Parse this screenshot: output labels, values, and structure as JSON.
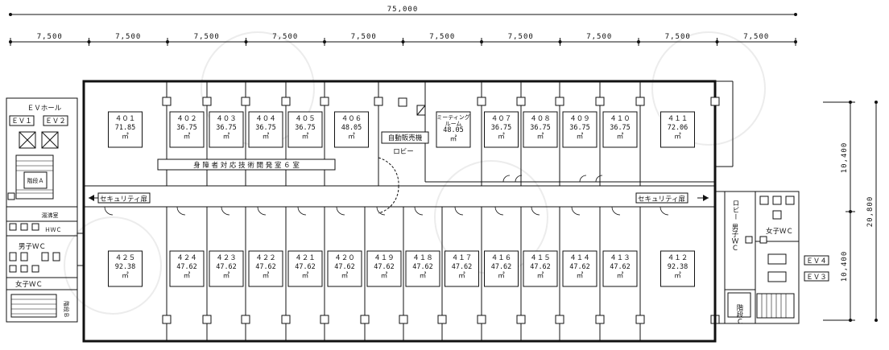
{
  "dimensions": {
    "total": "75,000",
    "spans": [
      "7,500",
      "7,500",
      "7,500",
      "7,500",
      "7,500",
      "7,500",
      "7,500",
      "7,500",
      "7,500",
      "7,500"
    ],
    "right_upper": "10,400",
    "right_lower": "10,400",
    "right_total": "20,800"
  },
  "north_rooms": [
    {
      "id": "401",
      "name": "４０１",
      "area": "71.85",
      "unit": "㎡"
    },
    {
      "id": "402",
      "name": "４０２",
      "area": "36.75",
      "unit": "㎡"
    },
    {
      "id": "403",
      "name": "４０３",
      "area": "36.75",
      "unit": "㎡"
    },
    {
      "id": "404",
      "name": "４０４",
      "area": "36.75",
      "unit": "㎡"
    },
    {
      "id": "405",
      "name": "４０５",
      "area": "36.75",
      "unit": "㎡"
    },
    {
      "id": "406",
      "name": "４０６",
      "area": "48.05",
      "unit": "㎡"
    },
    {
      "id": "meeting",
      "name": "ミーティング\nルーム",
      "area": "48.05",
      "unit": "㎡"
    },
    {
      "id": "407",
      "name": "４０７",
      "area": "36.75",
      "unit": "㎡"
    },
    {
      "id": "408",
      "name": "４０８",
      "area": "36.75",
      "unit": "㎡"
    },
    {
      "id": "409",
      "name": "４０９",
      "area": "36.75",
      "unit": "㎡"
    },
    {
      "id": "410",
      "name": "４１０",
      "area": "36.75",
      "unit": "㎡"
    },
    {
      "id": "411",
      "name": "４１１",
      "area": "72.06",
      "unit": "㎡"
    }
  ],
  "south_rooms": [
    {
      "id": "425",
      "name": "４２５",
      "area": "92.38",
      "unit": "㎡"
    },
    {
      "id": "424",
      "name": "４２４",
      "area": "47.62",
      "unit": "㎡"
    },
    {
      "id": "423",
      "name": "４２３",
      "area": "47.62",
      "unit": "㎡"
    },
    {
      "id": "422",
      "name": "４２２",
      "area": "47.62",
      "unit": "㎡"
    },
    {
      "id": "421",
      "name": "４２１",
      "area": "47.62",
      "unit": "㎡"
    },
    {
      "id": "420",
      "name": "４２０",
      "area": "47.62",
      "unit": "㎡"
    },
    {
      "id": "419",
      "name": "４１９",
      "area": "47.62",
      "unit": "㎡"
    },
    {
      "id": "418",
      "name": "４１８",
      "area": "47.62",
      "unit": "㎡"
    },
    {
      "id": "417",
      "name": "４１７",
      "area": "47.62",
      "unit": "㎡"
    },
    {
      "id": "416",
      "name": "４１６",
      "area": "47.62",
      "unit": "㎡"
    },
    {
      "id": "415",
      "name": "４１５",
      "area": "47.62",
      "unit": "㎡"
    },
    {
      "id": "414",
      "name": "４１４",
      "area": "47.62",
      "unit": "㎡"
    },
    {
      "id": "413",
      "name": "４１３",
      "area": "47.62",
      "unit": "㎡"
    },
    {
      "id": "412",
      "name": "４１２",
      "area": "92.38",
      "unit": "㎡"
    }
  ],
  "labels": {
    "research_room": "身 障 者 対 応 技 術 開 発 室 ６ 室",
    "vending": "自動販売機",
    "lobby": "ロビー",
    "lobby_right": "ロビー",
    "security_left": "セキュリティ扉",
    "security_right": "セキュリティ扉",
    "ev_hall": "ＥＶホール",
    "ev1": "ＥＶ１",
    "ev2": "ＥＶ２",
    "ev3": "ＥＶ３",
    "ev4": "ＥＶ４",
    "stair_a": "階段Ａ",
    "stair_b": "階段Ｂ",
    "stair_c": "階段Ｃ",
    "kettle": "湯沸室",
    "hwc": "ＨＷＣ",
    "men_wc_left": "男子ＷＣ",
    "women_wc_left": "女子ＷＣ",
    "men_wc_right": "男子ＷＣ",
    "women_wc_right": "女子ＷＣ"
  }
}
